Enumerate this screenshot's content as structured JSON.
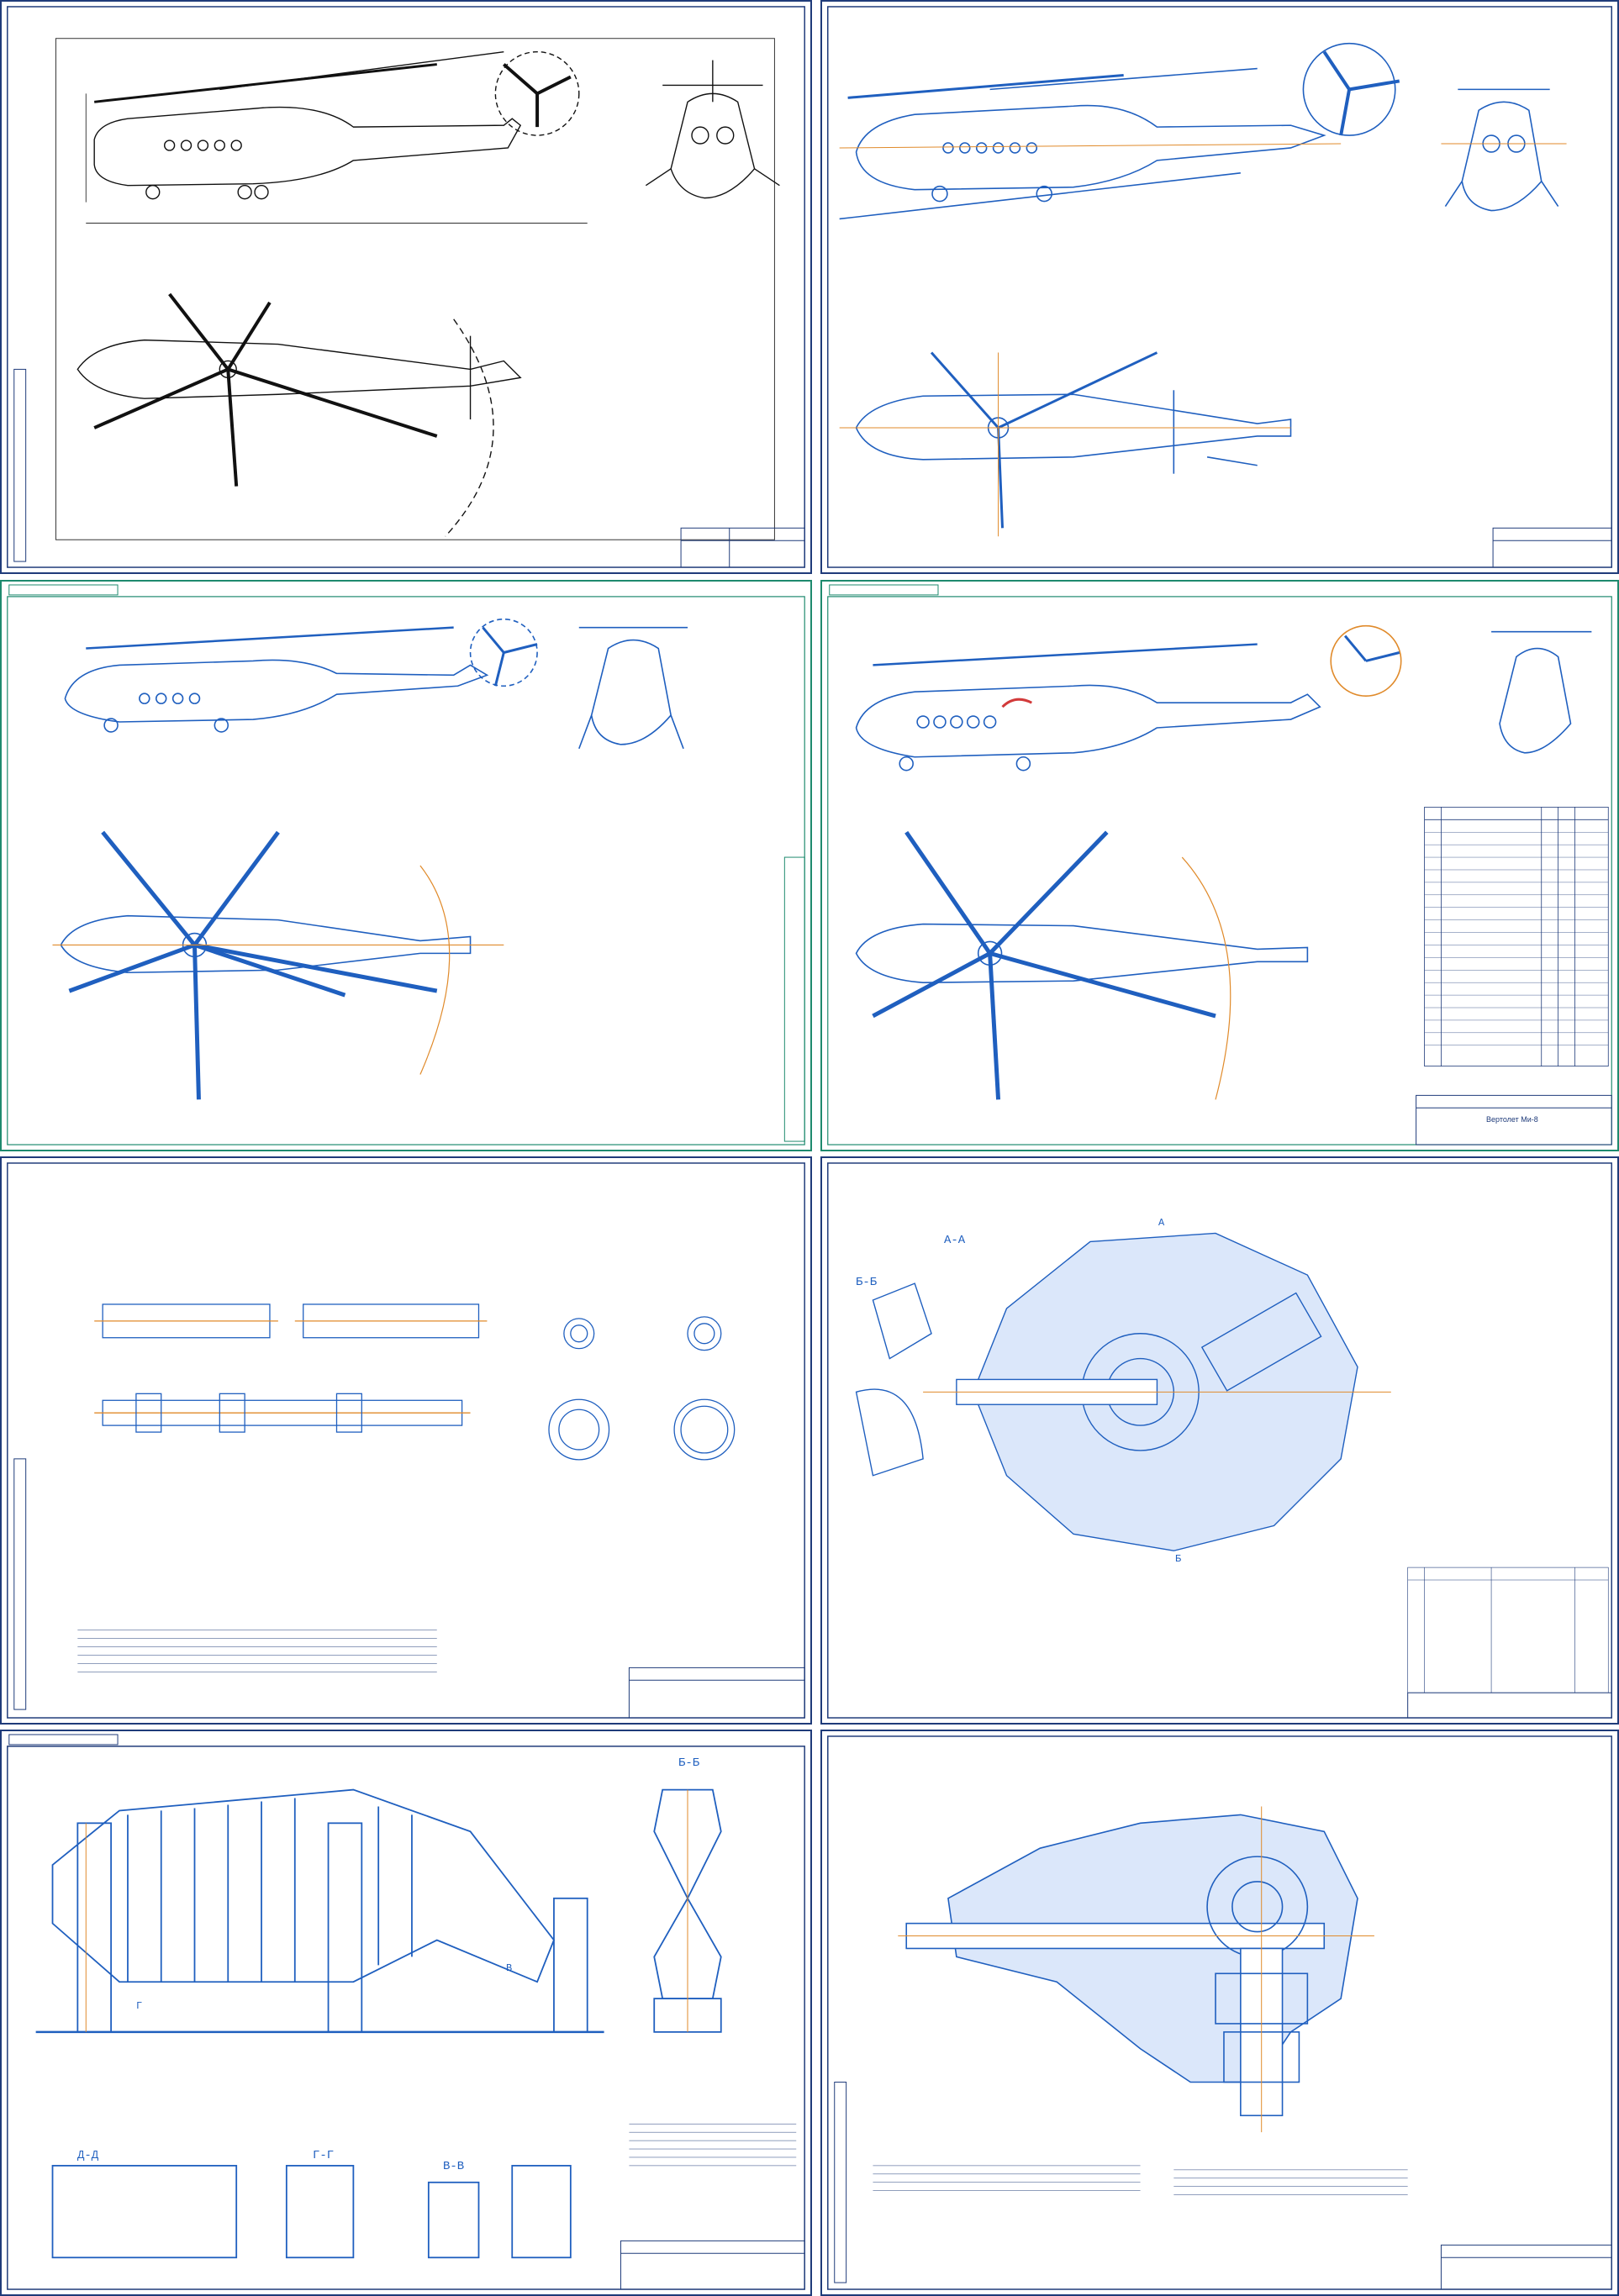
{
  "sheets": [
    {
      "id": "sheet-1",
      "kind": "helicopter-views-black"
    },
    {
      "id": "sheet-2",
      "kind": "helicopter-views-blue"
    },
    {
      "id": "sheet-3",
      "kind": "helicopter-views-dimensioned"
    },
    {
      "id": "sheet-4",
      "kind": "helicopter-views-with-table",
      "caption": "Вертолет Ми-8"
    },
    {
      "id": "sheet-5",
      "kind": "shaft-assembly"
    },
    {
      "id": "sheet-6",
      "kind": "gearbox-section",
      "sections": [
        "А-А",
        "Б-Б"
      ]
    },
    {
      "id": "sheet-7",
      "kind": "assembly-fixture",
      "sections": [
        "Б-Б",
        "Д-Д",
        "Г-Г",
        "В-В"
      ]
    },
    {
      "id": "sheet-8",
      "kind": "gearbox-longitudinal-section"
    }
  ],
  "labels": {
    "section_aa": "А-А",
    "section_bb": "Б-Б",
    "section_dd": "Д-Д",
    "section_gg": "Г-Г",
    "section_vv": "В-В",
    "marker_a": "А",
    "marker_b": "Б",
    "marker_v": "В",
    "marker_g": "Г"
  },
  "colors": {
    "line": "#1f5fbf",
    "ink": "#111111",
    "accent": "#e08a2a",
    "border": "#1f3b7a",
    "teal": "#1e8a6e",
    "red": "#d23a3a"
  }
}
